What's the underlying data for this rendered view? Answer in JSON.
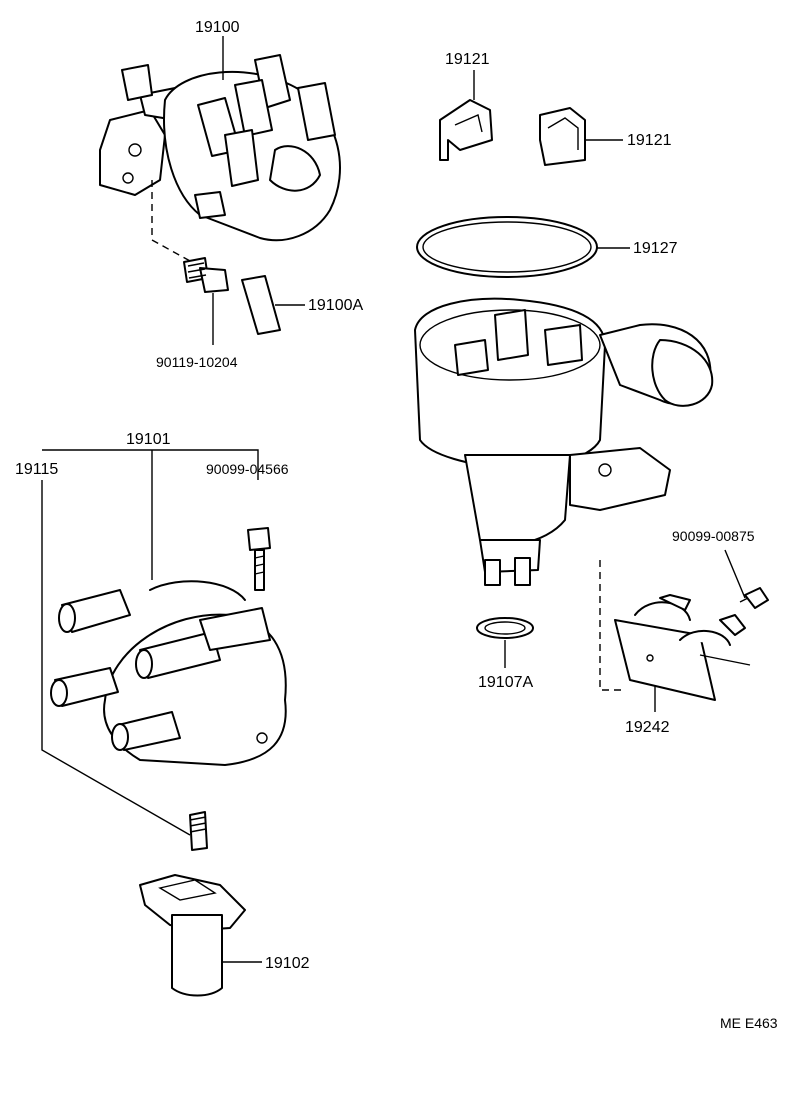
{
  "labels": {
    "distributor_assy": "19100",
    "cap_clip_a": "19121",
    "cap_clip_b": "19121",
    "o_ring_large": "19127",
    "label_plate": "19100A",
    "screw_90119": "90119-10204",
    "cap": "19101",
    "cap_set": "19115",
    "screw_90099_a": "90099-04566",
    "screw_90099_b": "90099-00875",
    "o_ring_small": "19107A",
    "bracket_clamp": "19242",
    "rotor": "19102",
    "figure_code": "ME E463"
  }
}
